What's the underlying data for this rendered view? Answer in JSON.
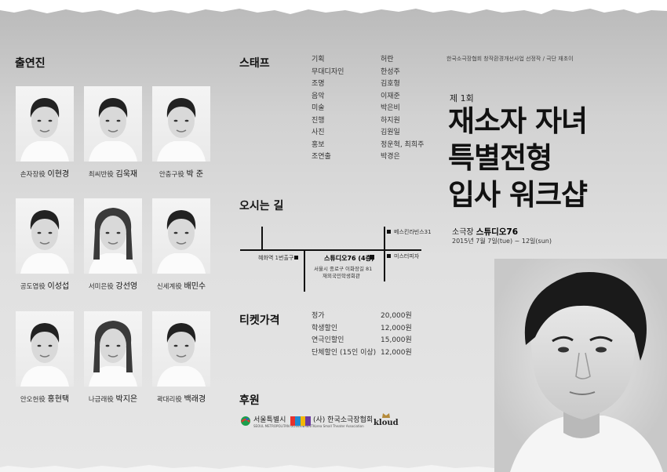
{
  "cast_section": {
    "title": "출연진"
  },
  "cast": [
    {
      "role": "손자장役",
      "name": "이현경"
    },
    {
      "role": "최씨반役",
      "name": "김욱재"
    },
    {
      "role": "안충구役",
      "name": "박 준"
    },
    {
      "role": "공도엽役",
      "name": "이성섭"
    },
    {
      "role": "서미은役",
      "name": "강선영"
    },
    {
      "role": "신세계役",
      "name": "배민수"
    },
    {
      "role": "안오헌役",
      "name": "홍현택"
    },
    {
      "role": "나금래役",
      "name": "박지은"
    },
    {
      "role": "곽대리役",
      "name": "백래경"
    }
  ],
  "staff_section": {
    "title": "스태프",
    "rows": [
      {
        "k": "기획",
        "v": "허란"
      },
      {
        "k": "무대디자인",
        "v": "한성주"
      },
      {
        "k": "조명",
        "v": "김호형"
      },
      {
        "k": "음악",
        "v": "이재준"
      },
      {
        "k": "미술",
        "v": "박은비"
      },
      {
        "k": "진행",
        "v": "하지원"
      },
      {
        "k": "사진",
        "v": "김원일"
      },
      {
        "k": "홍보",
        "v": "정운혁, 최희주"
      },
      {
        "k": "조연출",
        "v": "박경은"
      }
    ]
  },
  "directions": {
    "title": "오시는 길",
    "labels": {
      "right_top": "베스킨라빈스31",
      "right_bottom": "미스터피자",
      "station": "혜화역 1번출구",
      "venue": "스튜디오76 (4층)",
      "address_line1": "서울시 종로구 이화장길 81",
      "address_line2": "재외국민학생회관"
    }
  },
  "ticket_section": {
    "title": "티켓가격",
    "rows": [
      {
        "k": "정가",
        "v": "20,000원"
      },
      {
        "k": "학생할인",
        "v": "12,000원"
      },
      {
        "k": "연극인할인",
        "v": "15,000원"
      },
      {
        "k": "단체할인 (15인 이상)",
        "v": "12,000원"
      }
    ]
  },
  "sponsor_section": {
    "title": "후원",
    "sponsors": {
      "seoul": "서울특별시",
      "seoul_sub": "SEOUL METROPOLITAN GOVERNMENT",
      "kstc": "(사) 한국소극장협회",
      "kstc_sub": "Korea Small Theater Association",
      "kloud": "kloud"
    }
  },
  "header": {
    "note": "한국소극장협회 창작환경개선사업 선정작 / 극단 재초이",
    "edition": "제 1회",
    "title_lines": [
      "재소자 자녀",
      "특별전형",
      "입사 워크샵"
    ],
    "venue_prefix": "소극장",
    "venue_name": "스튜디오76",
    "dates": "2015년 7월 7일(tue) ~ 12일(sun)"
  },
  "colors": {
    "background": "#dedede",
    "text": "#111111",
    "accent_dark": "#222222"
  }
}
